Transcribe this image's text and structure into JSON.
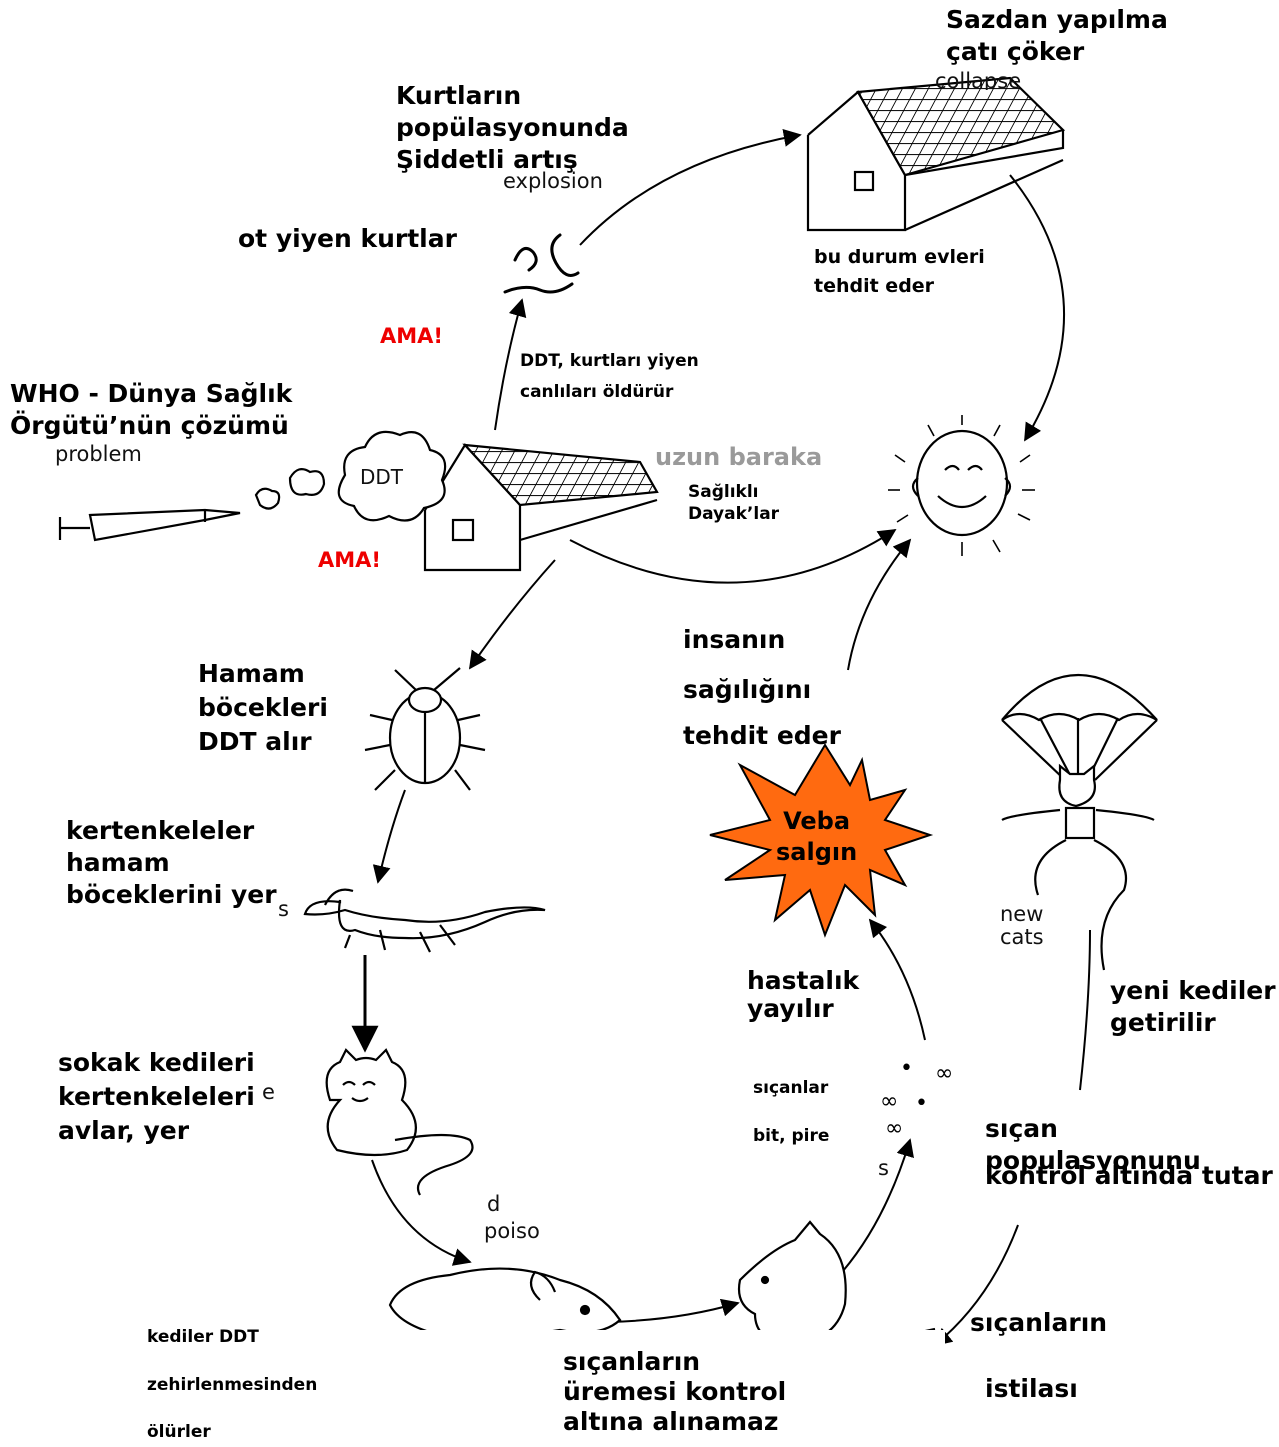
{
  "colors": {
    "alert": "#ee0000",
    "burst": "#ff6a10",
    "muted": "#9a9a9a",
    "ink": "#000000"
  },
  "labels": {
    "roof_collapse": "Sazdan yapılma\nçatı çöker",
    "caterpillar_boom": "Kurtların\npopülasyonunda\nŞiddetli artış",
    "herbivore_caterpillars": "ot yiyen kurtlar",
    "threatens_houses": "bu durum evleri\ntehdit eder",
    "but_top": "AMA!",
    "ddt_kills_predators": "DDT, kurtları yiyen\ncanlıları öldürür",
    "who_solution": "WHO - Dünya Sağlık\nÖrgütü’nün çözümü",
    "longhouse": "uzun baraka",
    "healthy_dayaks": "Sağlıklı\nDayak’lar",
    "but_bottom": "AMA!",
    "threatens_health_1": "insanın",
    "threatens_health_2": "sağılığını",
    "threatens_health_3": "tehdit eder",
    "cockroaches": "Hamam\nböcekleri\nDDT alır",
    "plague": "Veba\nsalgın",
    "lizards": "kertenkeleler\nhamam\nböceklerini yer",
    "disease_spreads": "hastalık\nyayılır",
    "new_cats": "yeni kediler\ngetirilir",
    "street_cats": "sokak kedileri\nkertenkeleleri\navlar, yer",
    "rats_label": "sıçanlar",
    "lice_fleas": "bit, pire",
    "controls_rats_1": "sıçan populasyonunu",
    "controls_rats_2": "kontrol altında tutar",
    "cats_die_1": "kediler DDT",
    "cats_die_2": "zehirlenmesinden",
    "cats_die_3": "ölürler",
    "rats_breed": "sıçanların\nüremesi kontrol\naltına alınamaz",
    "rats_invasion_1": "sıçanların",
    "rats_invasion_2": "istilası"
  },
  "original_text": {
    "collapse": "collapse",
    "explosion": "explosion",
    "problem": "problem",
    "ddt_cloud": "DDT",
    "new_cats": "new\ncats",
    "poison": "poiso",
    "s1": "s",
    "e1": "e",
    "s2": "s",
    "d1": "d"
  }
}
